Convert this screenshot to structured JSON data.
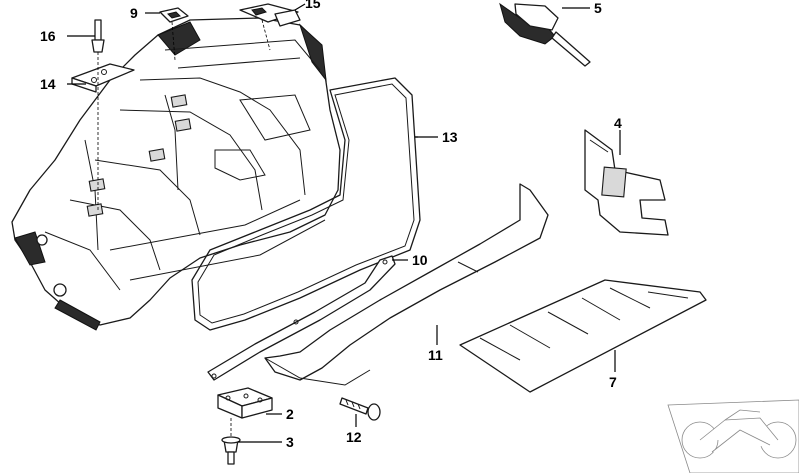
{
  "diagram": {
    "callouts": [
      "16",
      "9",
      "15",
      "5",
      "14",
      "13",
      "4",
      "10",
      "11",
      "7",
      "2",
      "12",
      "3"
    ]
  }
}
